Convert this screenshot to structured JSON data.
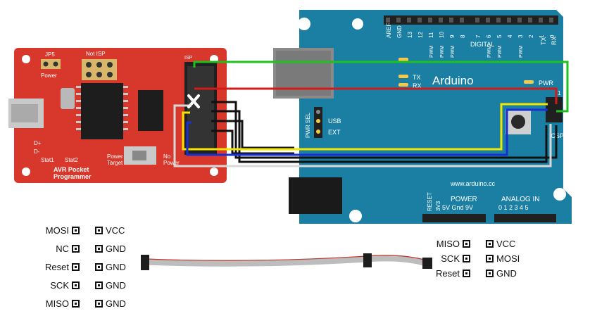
{
  "programmer": {
    "jp5": "JP5",
    "power_jumper": "Power",
    "not_isp": "Not ISP",
    "isp_label": "ISP",
    "d_plus": "D+",
    "d_minus": "D-",
    "stat1": "Stat1",
    "stat2": "Stat2",
    "power_target": "Power\nTarget",
    "no_power": "No\nPower",
    "title": "AVR Pocket\nProgrammer"
  },
  "arduino": {
    "brand": "Arduino",
    "url": "www.arduino.cc",
    "digital_pins": [
      "AREF",
      "GND",
      "13",
      "12",
      "11",
      "10",
      "9",
      "8",
      "7",
      "6",
      "5",
      "4",
      "3",
      "2",
      "1",
      "0"
    ],
    "digital_label": "DIGITAL",
    "pwm": "PWM",
    "tx": "TX",
    "rx": "RX",
    "led_tx": "TX",
    "led_rx": "RX",
    "pwr_led": "PWR",
    "pwr_sel": "PWR SEL",
    "usb": "USB",
    "ext": "EXT",
    "icsp": "ICSP",
    "icsp_one": "1",
    "power_header": "POWER",
    "power_pins": "RESET 3V3 5V Gnd 9V",
    "power_pins_short": "5V Gnd 9V",
    "reset": "RESET",
    "v33": "3V3",
    "analog_header": "ANALOG IN",
    "analog_pins": "0 1 2 3 4 5"
  },
  "wire_colors": {
    "green": "#1fc11f",
    "red": "#d11a1a",
    "black": "#111111",
    "yellow": "#f2e600",
    "blue": "#1a2fd1",
    "white": "#d8d8d8"
  },
  "pinout_10pin": {
    "left": [
      "MOSI",
      "NC",
      "Reset",
      "SCK",
      "MISO"
    ],
    "right": [
      "VCC",
      "GND",
      "GND",
      "GND",
      "GND"
    ]
  },
  "pinout_6pin": {
    "left": [
      "MISO",
      "SCK",
      "Reset"
    ],
    "right": [
      "VCC",
      "MOSI",
      "GND"
    ]
  },
  "colors": {
    "pcb_red": "#d8382b",
    "arduino_teal": "#1b7fa3",
    "header_black": "#202020"
  }
}
